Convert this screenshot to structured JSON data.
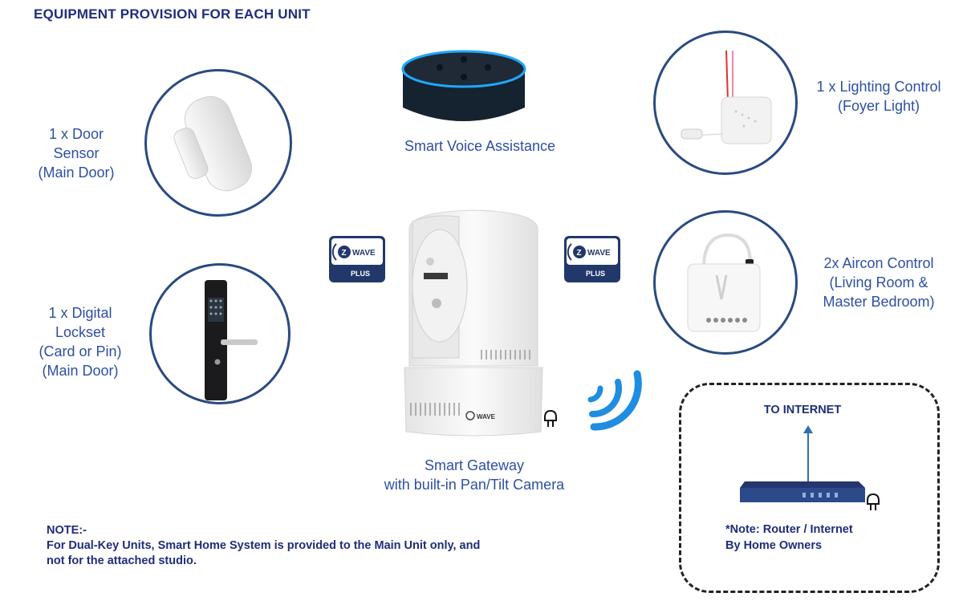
{
  "title": "EQUIPMENT PROVISION FOR EACH UNIT",
  "devices": {
    "door_sensor": {
      "lines": [
        "1 x Door",
        "Sensor",
        "(Main Door)"
      ]
    },
    "digital_lockset": {
      "lines": [
        "1 x Digital",
        "Lockset",
        "(Card or Pin)",
        "(Main Door)"
      ]
    },
    "voice_assistant": {
      "label": "Smart Voice Assistance"
    },
    "lighting_control": {
      "lines": [
        "1 x Lighting Control",
        "(Foyer Light)"
      ]
    },
    "aircon_control": {
      "lines": [
        "2x Aircon Control",
        "(Living Room &",
        "Master Bedroom)"
      ]
    },
    "gateway": {
      "lines": [
        "Smart Gateway",
        "with built-in Pan/Tilt Camera"
      ]
    }
  },
  "badges": {
    "brand": "WAVE",
    "tier": "PLUS",
    "camera_brand": "WAVE",
    "z_letter": "Z"
  },
  "router_box": {
    "internet_label": "TO INTERNET",
    "note_lines": [
      "*Note: Router / Internet",
      "By Home Owners"
    ]
  },
  "footer_note": {
    "heading": "NOTE:-",
    "lines": [
      "For Dual-Key Units, Smart Home System is provided to the Main Unit only, and",
      "not for the attached studio."
    ]
  },
  "colors": {
    "text_blue": "#2d4fa3",
    "title_navy": "#1f2d7a",
    "circle_border": "#2a4a80",
    "badge_navy": "#22386a",
    "wifi_blue": "#1f8de0"
  },
  "icons": [
    "plug-icon",
    "wifi-signal-icon",
    "up-arrow-icon"
  ]
}
